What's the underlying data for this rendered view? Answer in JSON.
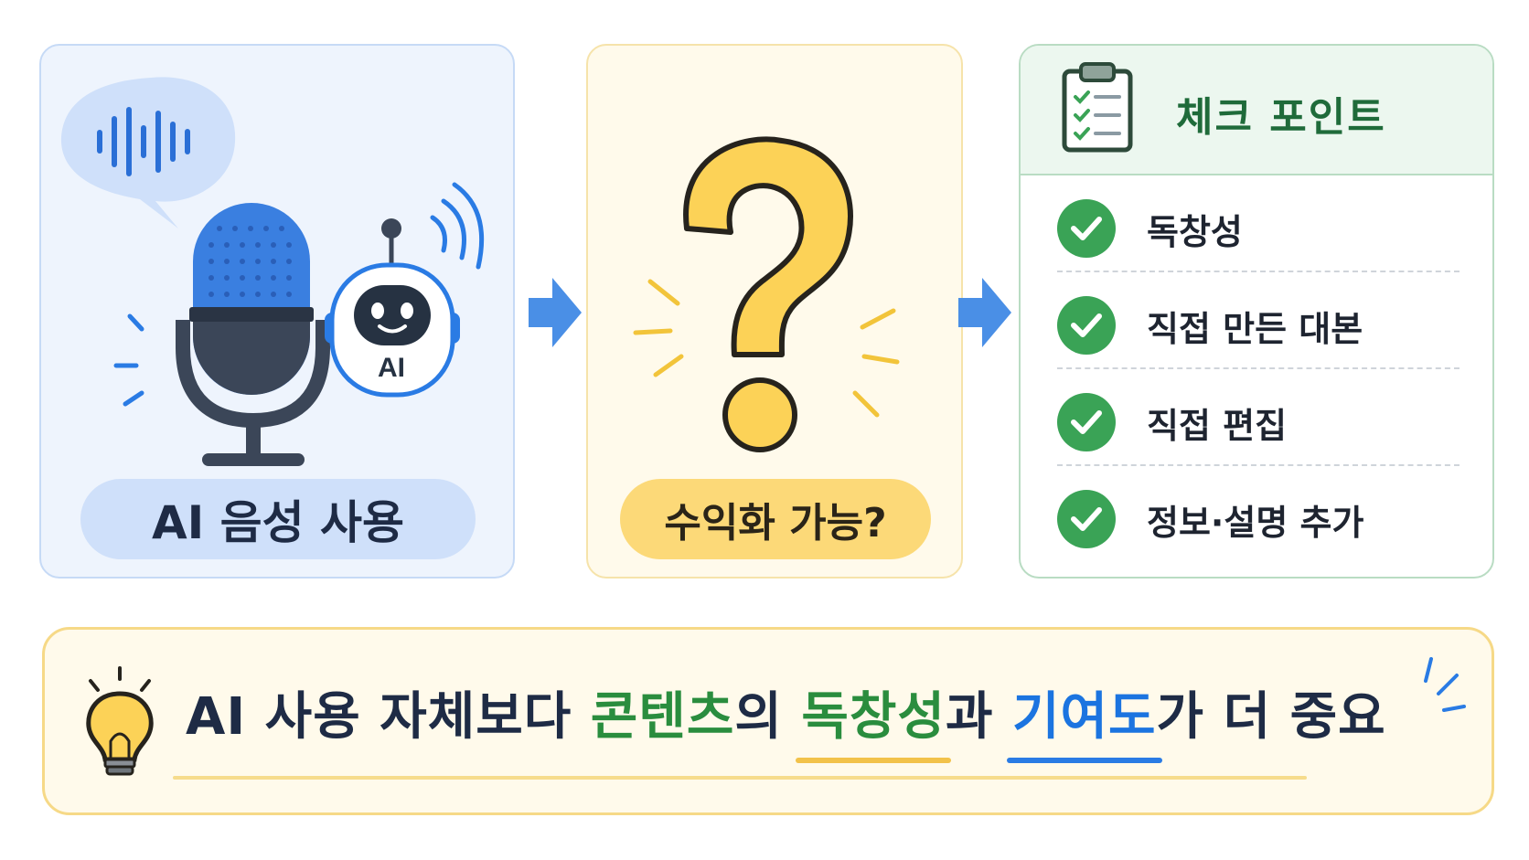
{
  "left_panel": {
    "label": "AI 음성 사용",
    "robot_badge": "AI"
  },
  "middle_panel": {
    "label": "수익화 가능?"
  },
  "check_panel": {
    "title": "체크 포인트",
    "items": [
      "독창성",
      "직접 만든 대본",
      "직접 편집",
      "정보·설명 추가"
    ]
  },
  "banner": {
    "part1": "AI 사용 자체보다 ",
    "highlight1": "콘텐츠",
    "part2": "의 ",
    "highlight2": "독창성",
    "part3": "과 ",
    "highlight3": "기여도",
    "part4": "가 더 중요"
  },
  "colors": {
    "blue": "#2a7be4",
    "yellow": "#fcd978",
    "green": "#3aa356",
    "navy": "#1e2b45"
  },
  "icons": [
    "sound-wave-icon",
    "microphone-icon",
    "robot-icon",
    "signal-icon",
    "arrow-right-icon",
    "question-mark-icon",
    "clipboard-icon",
    "check-icon",
    "lightbulb-icon"
  ]
}
